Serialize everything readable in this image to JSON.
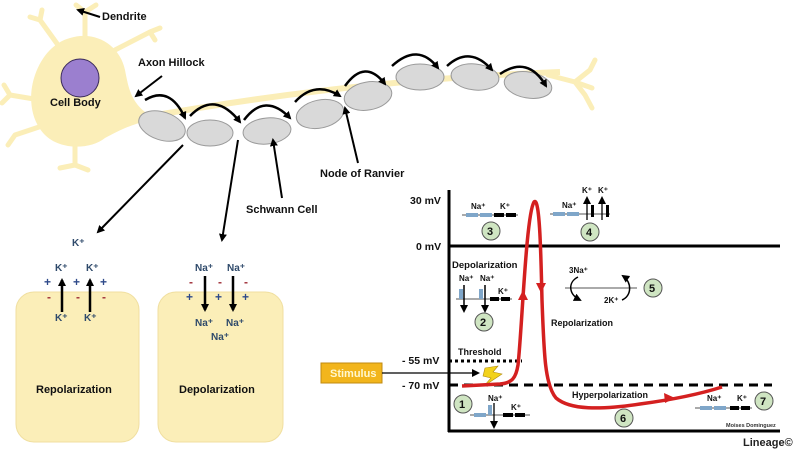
{
  "title": "Neuron action potential propagation",
  "neuron": {
    "labels": {
      "dendrite": "Dendrite",
      "cell_body": "Cell Body",
      "axon_hillock": "Axon Hillock",
      "schwann_cell": "Schwann Cell",
      "node_of_ranvier": "Node of Ranvier"
    },
    "colors": {
      "cytoplasm": "#fbeeb8",
      "nucleus": "#9b7fcf",
      "myelin": "#d9d9d9"
    }
  },
  "membrane_panels": [
    {
      "label": "Repolarization",
      "outside_ion": "K⁺",
      "top_ions": [
        "K⁺",
        "K⁺"
      ],
      "bottom_ions": [
        "K⁺",
        "K⁺"
      ],
      "outside_charge": [
        "+",
        "+",
        "+"
      ],
      "inside_charge": [
        "-",
        "-",
        "-"
      ]
    },
    {
      "label": "Depolarization",
      "top_ions": [
        "Na⁺",
        "Na⁺"
      ],
      "bottom_ions": [
        "Na⁺",
        "Na⁺",
        "Na⁺"
      ],
      "outside_charge": [
        "-",
        "-",
        "-"
      ],
      "inside_charge": [
        "+",
        "+",
        "+"
      ]
    }
  ],
  "graph": {
    "y_labels": [
      "30 mV",
      "0 mV",
      "- 55 mV",
      "- 70 mV"
    ],
    "threshold_label": "Threshold",
    "stimulus_label": "Stimulus",
    "phase_labels": {
      "depolarization": "Depolarization",
      "repolarization": "Repolarization",
      "hyperpolarization": "Hyperpolarization"
    },
    "steps": [
      "1",
      "2",
      "3",
      "4",
      "5",
      "6",
      "7"
    ],
    "channel_ions": {
      "na": "Na⁺",
      "k": "K⁺",
      "pump_na": "3Na⁺",
      "pump_k": "2K⁺"
    },
    "colors": {
      "trace": "#d42020",
      "stimulus_box": "#f2b51c",
      "step_circle": "#cfe5c2",
      "na_channel": "#7fa6c9"
    },
    "credit": "Moises Dominguez"
  },
  "watermark": "Lineage©"
}
